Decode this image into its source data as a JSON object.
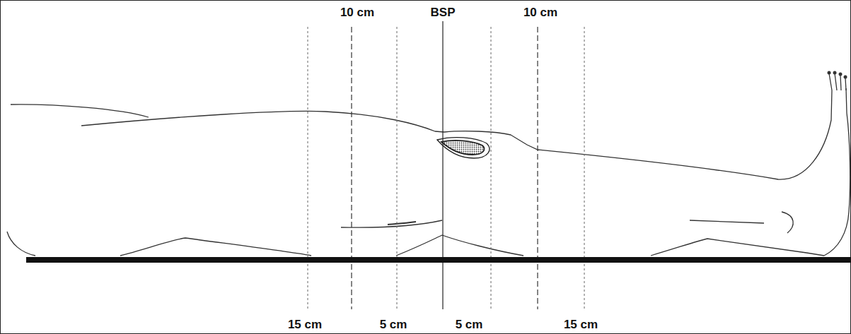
{
  "diagram": {
    "labels": [
      "10 cm",
      "BSP",
      "10 cm",
      "15 cm",
      "5 cm",
      "5 cm",
      "15 cm"
    ]
  }
}
